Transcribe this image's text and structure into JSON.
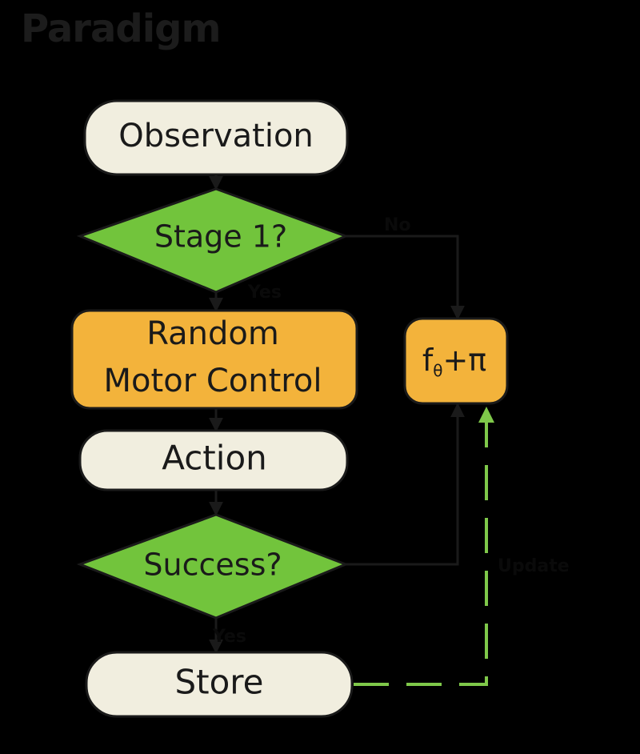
{
  "title": "Paradigm",
  "colors": {
    "background": "#000000",
    "title_text": "#1c1c1c",
    "terminal_fill": "#f1eedf",
    "process_fill": "#f3b33b",
    "decision_fill": "#72c43c",
    "outline": "#1a1a1a",
    "edge_label_text": "#0a0a0a",
    "update_arrow": "#7fc84a"
  },
  "nodes": {
    "observation": "Observation",
    "stage1": "Stage 1?",
    "random_motor_line1": "Random",
    "random_motor_line2": "Motor Control",
    "model_f": "f",
    "model_theta": "θ",
    "model_pi": "+π",
    "action": "Action",
    "success": "Success?",
    "store": "Store"
  },
  "edge_labels": {
    "stage1_no": "No",
    "stage1_yes": "Yes",
    "success_yes": "Yes",
    "update": "Update"
  }
}
